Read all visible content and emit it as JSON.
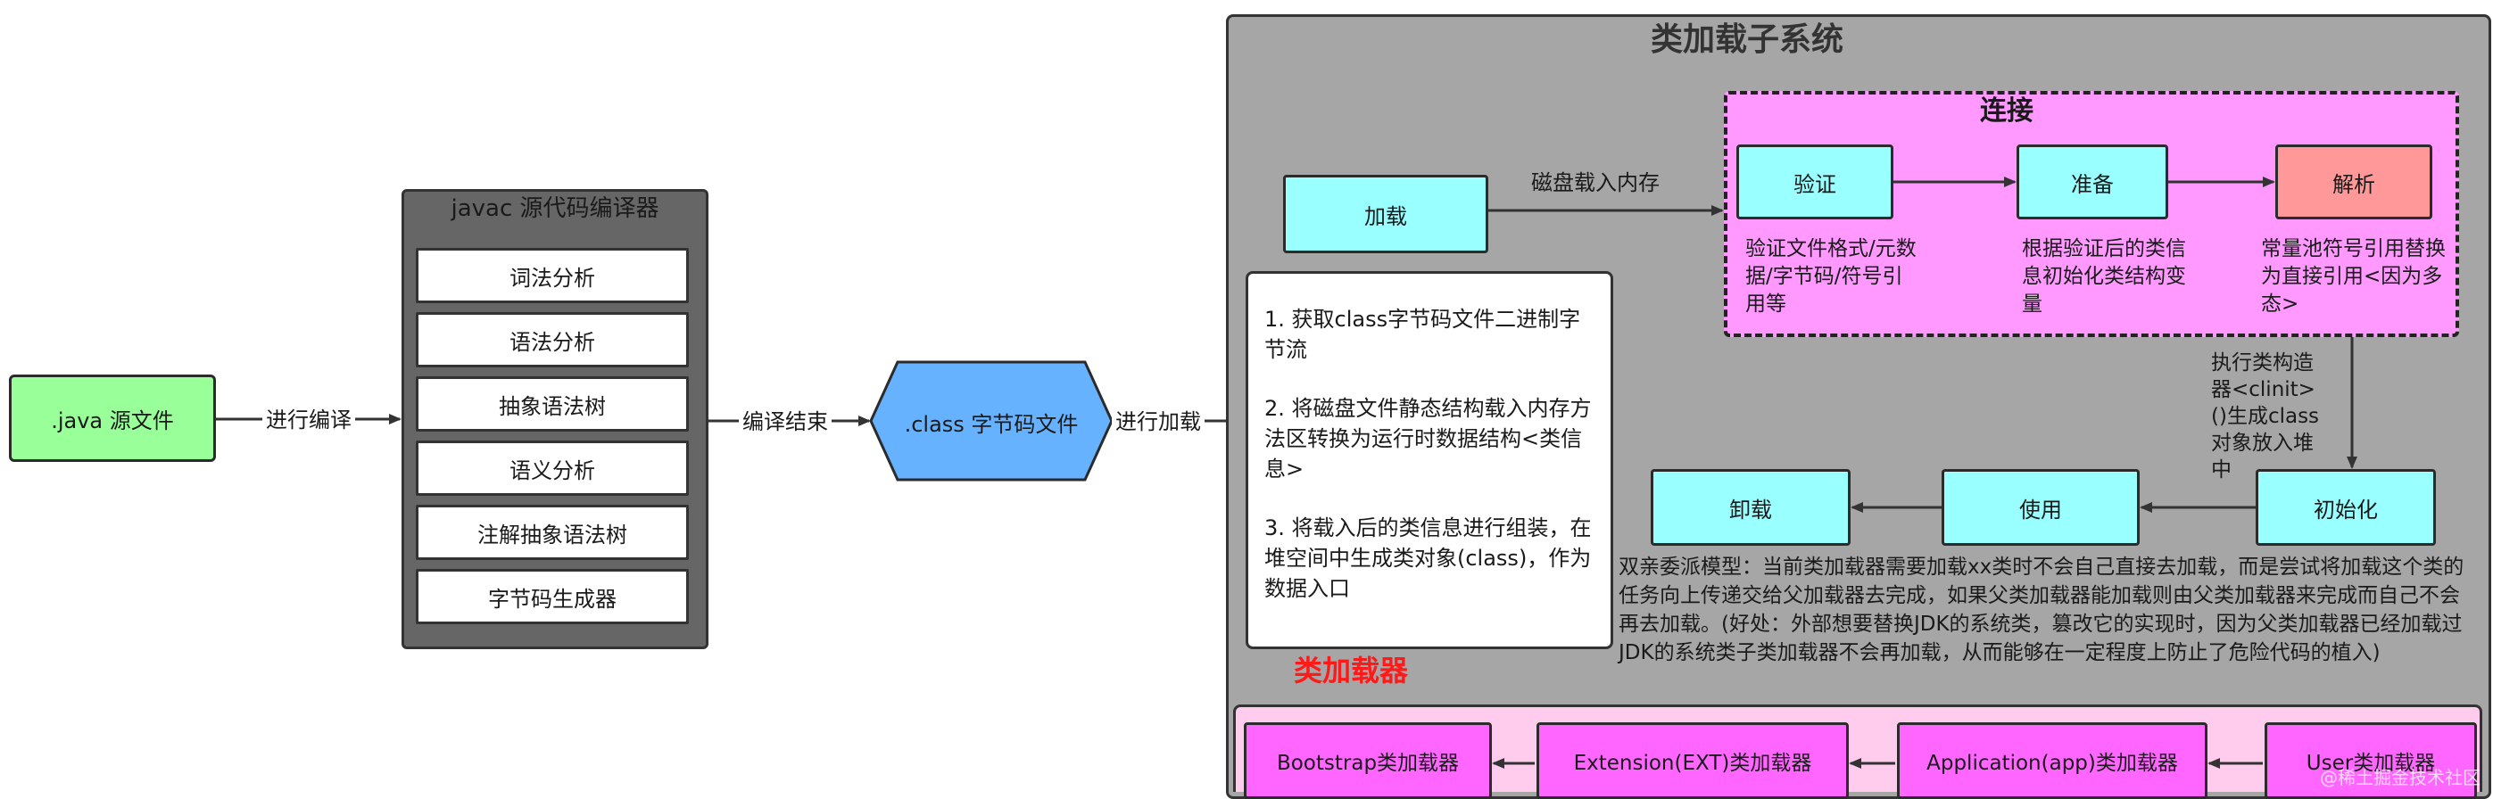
{
  "source_file": ".java 源文件",
  "edge_compile": "进行编译",
  "compiler": {
    "title": "javac 源代码编译器",
    "steps": [
      "词法分析",
      "语法分析",
      "抽象语法树",
      "语义分析",
      "注解抽象语法树",
      "字节码生成器"
    ]
  },
  "edge_compile_end": "编译结束",
  "class_file": ".class 字节码文件",
  "edge_load": "进行加载",
  "subsystem": {
    "title": "类加载子系统",
    "load": "加载",
    "edge_disk": "磁盘载入内存",
    "load_notes": [
      "1. 获取class字节码文件二进制字节流",
      "2. 将磁盘文件静态结构载入内存方法区转换为运行时数据结构<类信息>",
      "3. 将载入后的类信息进行组装，在堆空间中生成类对象(class)，作为数据入口"
    ],
    "linking": {
      "title": "连接",
      "verify": "验证",
      "verify_desc": "验证文件格式/元数据/字节码/符号引用等",
      "prepare": "准备",
      "prepare_desc": "根据验证后的类信息初始化类结构变量",
      "resolve": "解析",
      "resolve_desc": "常量池符号引用替换为直接引用<因为多态>"
    },
    "init_desc": "执行类构造器<clinit>()生成class对象放入堆中",
    "init": "初始化",
    "use": "使用",
    "unload": "卸载",
    "delegation": "双亲委派模型：当前类加载器需要加载xx类时不会自己直接去加载，而是尝试将加载这个类的任务向上传递交给父加载器去完成，如果父类加载器能加载则由父类加载器来完成而自己不会再去加载。(好处：外部想要替换JDK的系统类，篡改它的实现时，因为父类加载器已经加载过JDK的系统类子类加载器不会再加载，从而能够在一定程度上防止了危险代码的植入)",
    "loaders_title": "类加载器",
    "loaders": [
      "Bootstrap类加载器",
      "Extension(EXT)类加载器",
      "Application(app)类加载器",
      "User类加载器"
    ]
  },
  "colors": {
    "green": "#99ff99",
    "cyan": "#99ffff",
    "blue": "#66b2ff",
    "salmon": "#ff9999",
    "magenta": "#ff99ff",
    "loader": "#ff66ff",
    "loader_bg": "#ffccee",
    "gray": "#a6a6a6",
    "dark_gray": "#666666",
    "red_text": "#ff1a1a"
  },
  "watermark": "@稀土掘金技术社区"
}
